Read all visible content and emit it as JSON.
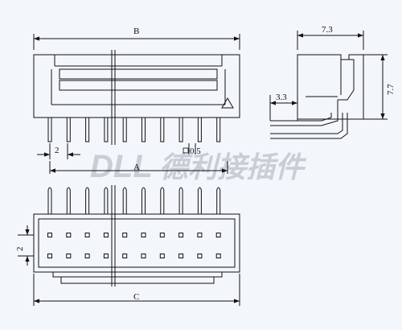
{
  "dimensions": {
    "B": "B",
    "A": "A",
    "C": "C",
    "side_width": "7.3",
    "side_height": "7.7",
    "side_offset": "3.3",
    "pin_pitch": "2",
    "row_pitch": "2",
    "pin_square": "0.5"
  },
  "watermark": {
    "latin": "DLL",
    "cjk": "德利接插件"
  },
  "pin_count_per_row": 10,
  "colors": {
    "line": "#111111",
    "watermark": "#c9ced6",
    "background": "#f3f6fb"
  }
}
